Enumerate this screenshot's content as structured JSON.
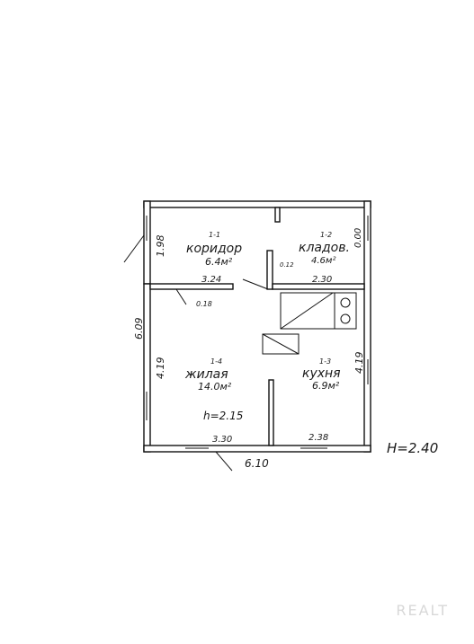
{
  "rooms": [
    {
      "number": "1-1",
      "name": "коридор",
      "area": "6.4м²"
    },
    {
      "number": "1-2",
      "name": "кладов.",
      "area": "4.6м²"
    },
    {
      "number": "1-3",
      "name": "кухня",
      "area": "6.9м²"
    },
    {
      "number": "1-4",
      "name": "жилая",
      "area": "14.0м²"
    }
  ],
  "dimensions": {
    "corridor_height": "1.98",
    "storage_right": "0.00",
    "corridor_width": "3.24",
    "partition_small": "0.12",
    "partition_small_2": "0.18",
    "storage_width": "2.30",
    "left_total": "6.09",
    "living_height": "4.19",
    "kitchen_height": "4.19",
    "living_bottom": "3.30",
    "kitchen_bottom": "2.38",
    "total_width": "6.10",
    "living_ceiling": "h=2.15",
    "building_height": "H=2.40"
  },
  "watermark": "REALT"
}
